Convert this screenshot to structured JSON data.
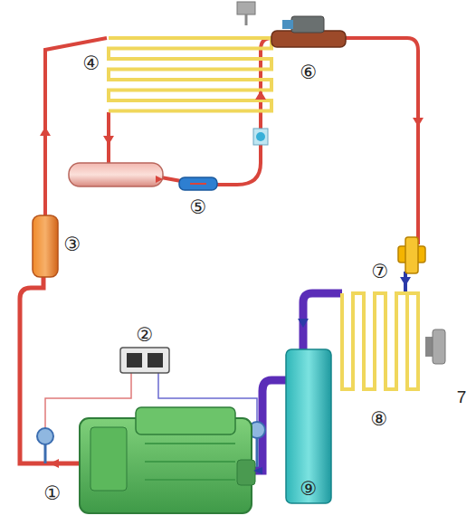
{
  "diagram": {
    "labels": [
      "④",
      "⑥",
      "⑤",
      "③",
      "②",
      "⑦",
      "⑧",
      "7",
      "①",
      "⑨"
    ]
  }
}
